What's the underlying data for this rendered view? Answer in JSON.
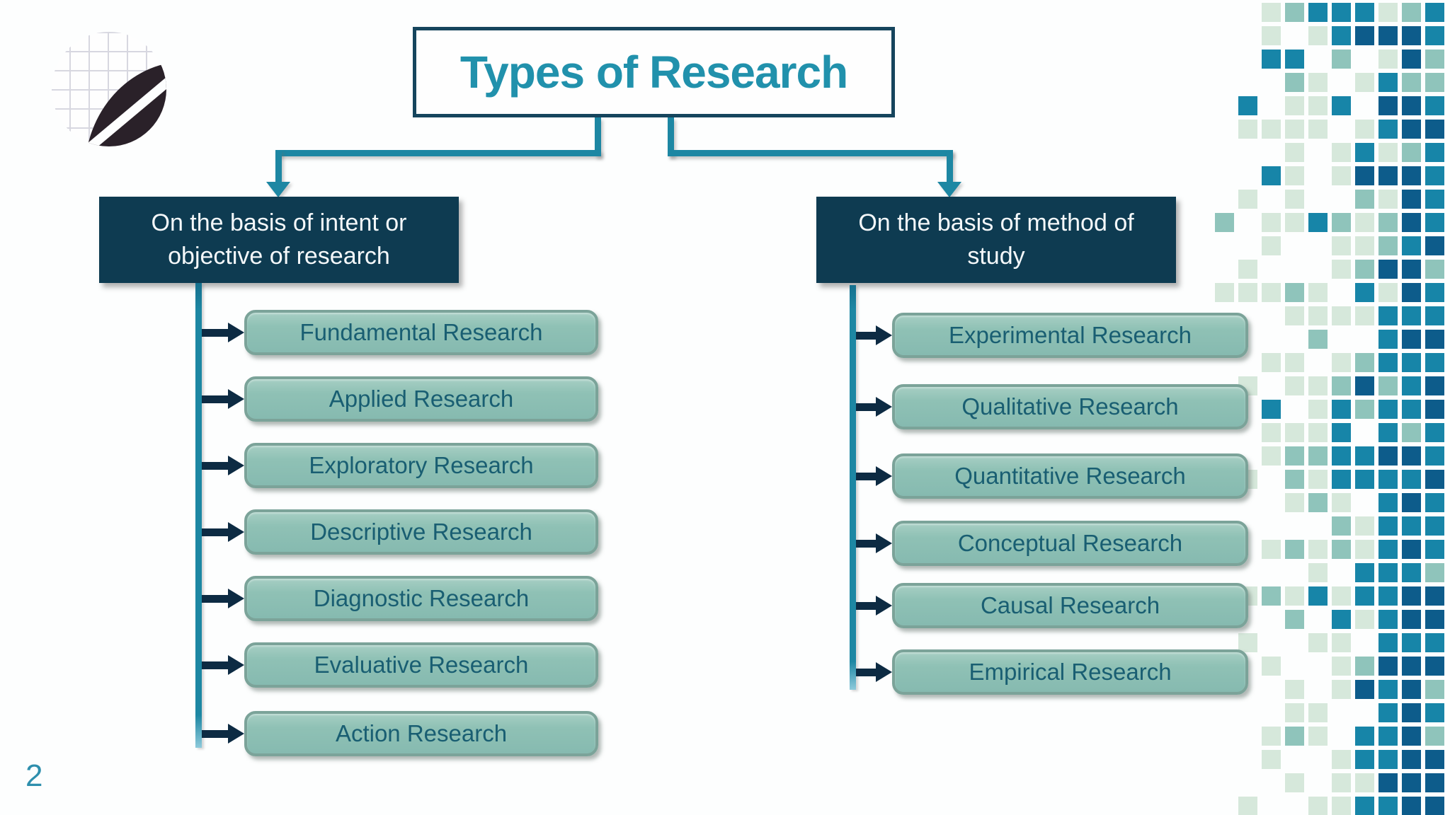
{
  "slide": {
    "title": "Types of Research",
    "page_number": "2",
    "logo_icon": "leaf-logo",
    "branches": [
      {
        "id": "intent",
        "label": "On the basis of intent or objective of research",
        "header_lines": [
          "On the basis of intent or",
          "objective of research"
        ],
        "items": [
          "Fundamental Research",
          "Applied Research",
          "Exploratory Research",
          "Descriptive Research",
          "Diagnostic Research",
          "Evaluative Research",
          "Action Research"
        ]
      },
      {
        "id": "method",
        "label": "On the basis of method of study",
        "header_lines": [
          "On the basis of method of",
          "study"
        ],
        "items": [
          "Experimental Research",
          "Qualitative Research",
          "Quantitative Research",
          "Conceptual Research",
          "Causal Research",
          "Empirical Research"
        ]
      }
    ],
    "colors": {
      "accent_teal": "#1d87a3",
      "header_navy": "#0e3b51",
      "arrow_navy": "#0d2b43",
      "title_text": "#2191ac",
      "title_border": "#16455d",
      "item_fill": "#8fc1b5",
      "item_border": "#7ba399",
      "item_text": "#195e72",
      "page_number_color": "#2e8fad",
      "mosaic": {
        "pale": "#d6e8db",
        "mid": "#8fc4bb",
        "teal": "#1785a8",
        "dark": "#0d5c8b"
      }
    }
  }
}
